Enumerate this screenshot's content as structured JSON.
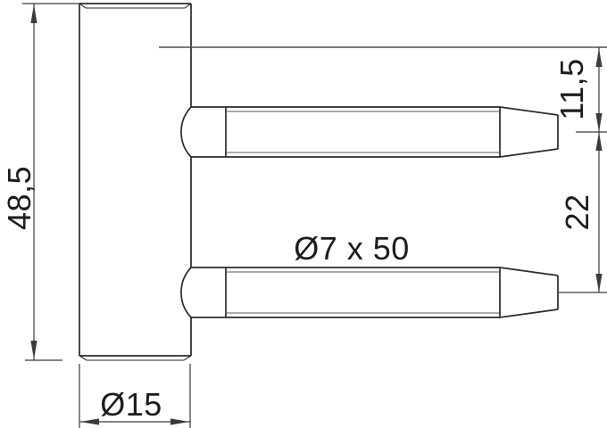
{
  "drawing": {
    "kind": "technical-drawing",
    "subject": "drill-in door hinge frame part with two fixing pins",
    "labels": {
      "body_height": "48,5",
      "top_pin_offset": "11,5",
      "pin_spacing": "22",
      "pin_spec": "Ø7 x 50",
      "body_diameter": "Ø15"
    },
    "colors": {
      "outline": "#2b292a",
      "dim": "#3c3a3b",
      "thin": "#59595b",
      "reference": "#515153",
      "text": "#1d1b1c",
      "background": "#ffffff"
    }
  }
}
